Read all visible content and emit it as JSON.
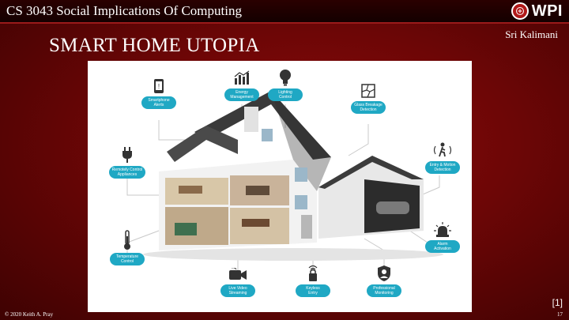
{
  "header": {
    "course_title": "CS 3043 Social Implications Of Computing",
    "logo_text": "WPI"
  },
  "author": "Sri Kalimani",
  "slide_title": "SMART HOME UTOPIA",
  "figure": {
    "features": [
      {
        "label": "Smartphone\nAlerts",
        "icon": "smartphone-icon"
      },
      {
        "label": "Energy\nManagement",
        "icon": "energy-chart-icon"
      },
      {
        "label": "Lighting\nControl",
        "icon": "light-bulb-icon"
      },
      {
        "label": "Glass Breakage\nDetection",
        "icon": "broken-glass-icon"
      },
      {
        "label": "Remotely Control\nAppliances",
        "icon": "plug-icon"
      },
      {
        "label": "Entry & Motion\nDetection",
        "icon": "motion-icon"
      },
      {
        "label": "Temperature\nControl",
        "icon": "thermometer-icon"
      },
      {
        "label": "Alarm\nActivation",
        "icon": "alarm-light-icon"
      },
      {
        "label": "Live Video\nStreaming",
        "icon": "video-camera-icon"
      },
      {
        "label": "Keyless\nEntry",
        "icon": "keyless-lock-icon"
      },
      {
        "label": "Professional\nMonitoring",
        "icon": "monitoring-badge-icon"
      }
    ]
  },
  "citation": "[1]",
  "footer": {
    "copyright": "© 2020 Keith A. Pray",
    "page_number": "17"
  },
  "colors": {
    "background": "#7a0808",
    "topbar": "#1e0000",
    "pill": "#1fa8c4"
  }
}
